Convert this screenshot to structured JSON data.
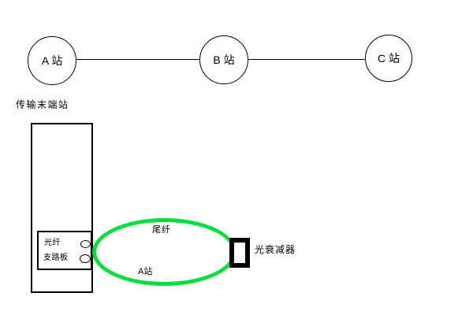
{
  "diagram": {
    "stations": [
      {
        "label": "A 站"
      },
      {
        "label": "B 站"
      },
      {
        "label": "C 站"
      }
    ],
    "terminal_station_label": "传输末端站",
    "card": {
      "fiber_label": "光纤",
      "board_label": "支路板"
    },
    "loop": {
      "pigtail_label": "尾纤",
      "station_label": "A站"
    },
    "attenuator_label": "光衰减器"
  },
  "colors": {
    "fiber_green": "#00DD3C",
    "line_black": "#000000"
  }
}
